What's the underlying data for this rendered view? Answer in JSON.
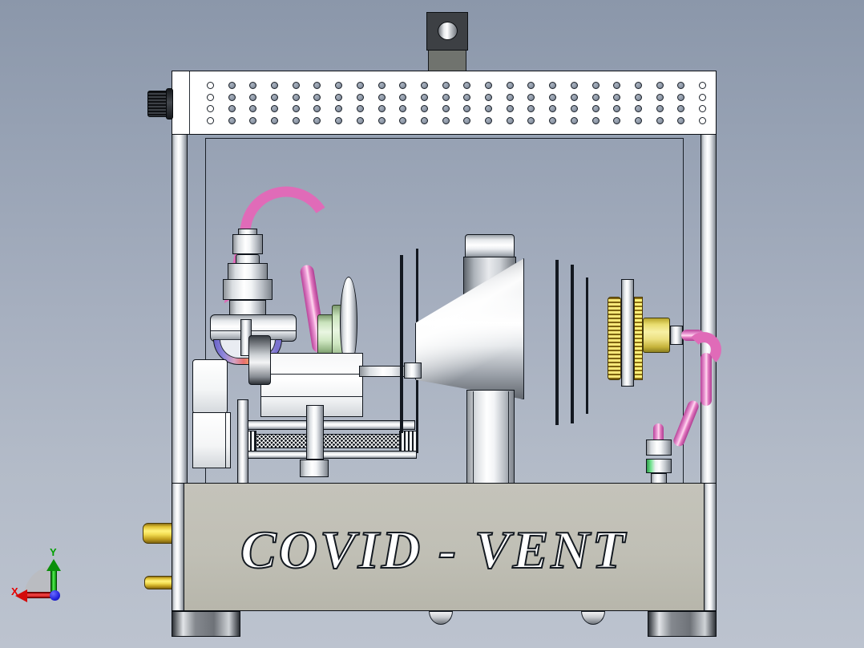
{
  "scene": {
    "title": "COVID - VENT ventilator assembly CAD view",
    "background_top": "#8b97aa",
    "background_bottom": "#bcc3cf"
  },
  "branding": {
    "logo_text": "COVID - VENT",
    "logo_style": "outlined italic serif"
  },
  "axis_triad": {
    "x_label": "X",
    "y_label": "Y",
    "z_label": "",
    "x_color": "#e60000",
    "y_color": "#00a000",
    "z_color": "#1414d8"
  },
  "enclosure": {
    "frame_color": "#ffffff",
    "base_panel_color": "#c0bfb5",
    "perforated_panel": {
      "rows": 4,
      "columns": 24,
      "open_hole_color": "#ffffff",
      "filled_hole_color": "#8d97a6"
    },
    "feet_count": 2,
    "dome_fasteners_count": 2
  },
  "components": [
    {
      "name": "top-mount-bracket",
      "color": "#3c3f42"
    },
    {
      "name": "left-adjustment-knob",
      "color": "#1a1d21"
    },
    {
      "name": "pink-supply-tube-left",
      "color": "#e06bb8"
    },
    {
      "name": "pressure-regulator",
      "color": "#f2f4f6"
    },
    {
      "name": "green-flange-coupling",
      "color": "#cfe7c2"
    },
    {
      "name": "drive-motor",
      "color": "#eceef1"
    },
    {
      "name": "blower-cone",
      "color": "#ffffff"
    },
    {
      "name": "linear-rail",
      "color": "#14181e"
    },
    {
      "name": "yellow-sensor-body",
      "color": "#ece080"
    },
    {
      "name": "brass-gear-flange",
      "color": "#f2dc52"
    },
    {
      "name": "pink-supply-tube-right",
      "color": "#e277bf"
    },
    {
      "name": "port-fitting-upper",
      "color": "#f2dc52"
    },
    {
      "name": "port-fitting-lower",
      "color": "#f2dc52"
    }
  ]
}
